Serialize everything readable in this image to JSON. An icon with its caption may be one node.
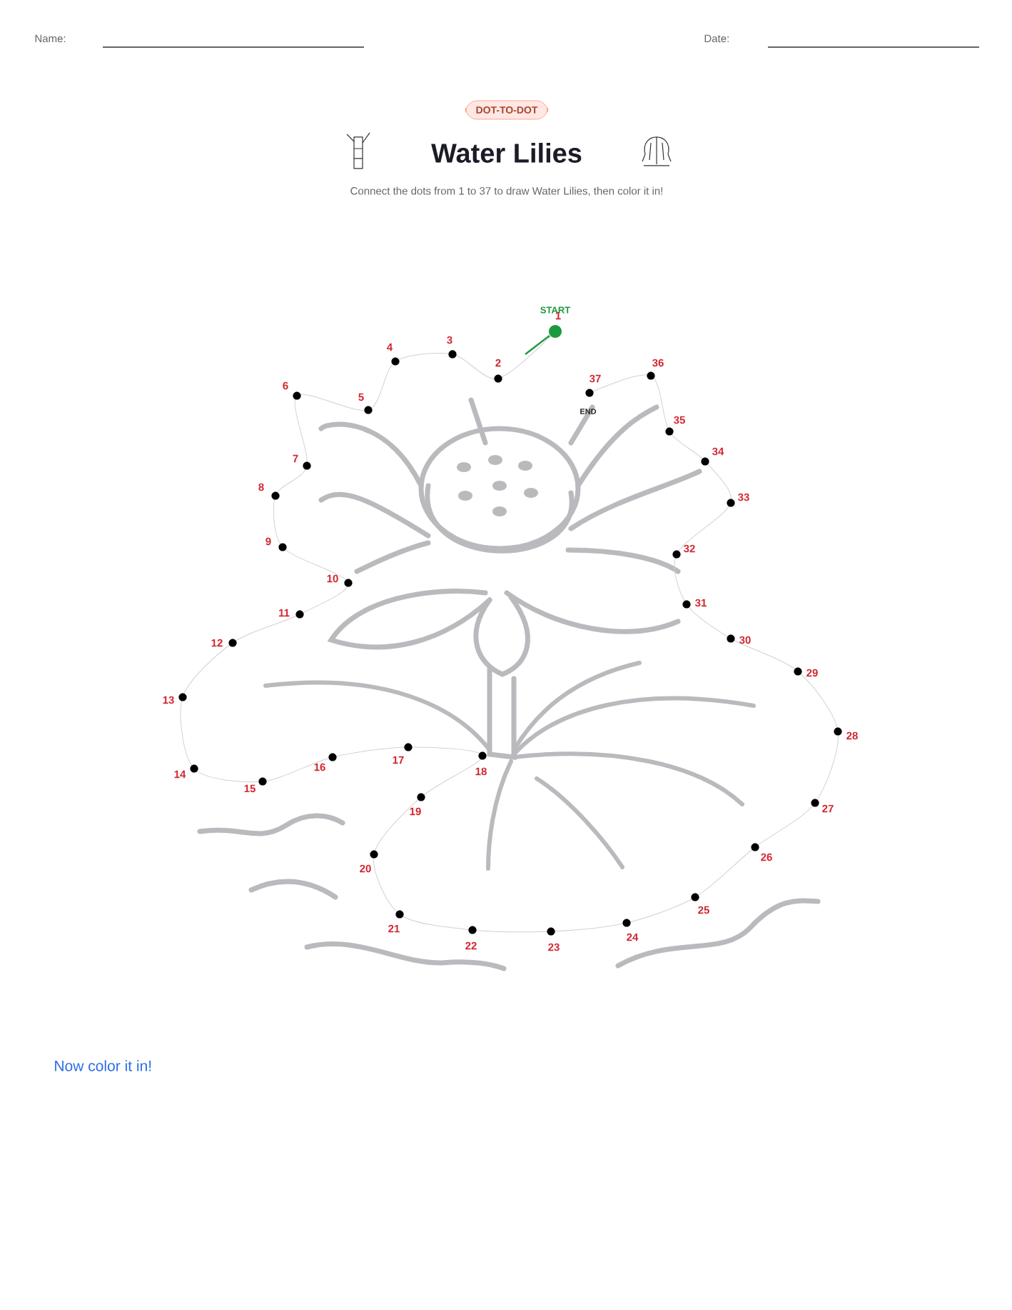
{
  "diagram": {
    "title": "Water Lilies",
    "labels": [
      "Name:",
      "Date:",
      "DOT-TO-DOT",
      "Connect the dots from 1 to 37 to draw Water Lilies, then color it in!",
      "START",
      "1",
      "2",
      "3",
      "4",
      "5",
      "6",
      "7",
      "8",
      "9",
      "10",
      "11",
      "12",
      "13",
      "14",
      "15",
      "16",
      "17",
      "18",
      "19",
      "20",
      "21",
      "22",
      "23",
      "24",
      "25",
      "26",
      "27",
      "28",
      "29",
      "30",
      "31",
      "32",
      "33",
      "34",
      "35",
      "36",
      "37",
      "END",
      "Now color it in!"
    ]
  }
}
